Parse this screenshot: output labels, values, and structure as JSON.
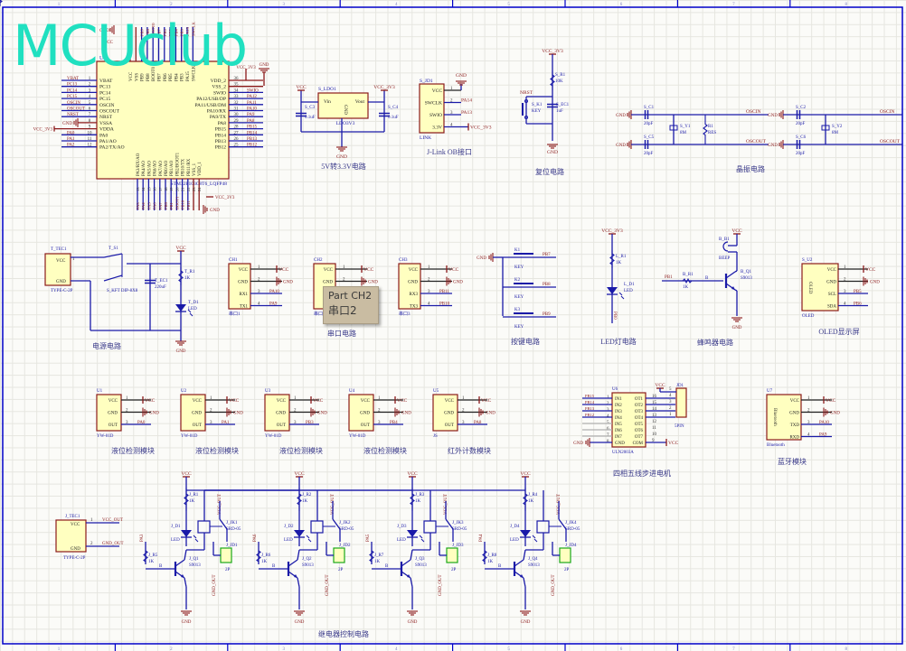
{
  "watermark": "MCUclub",
  "tooltip": {
    "line1": "Part CH2",
    "line2": "串口2"
  },
  "frame": {
    "columns": [
      "1",
      "2",
      "3",
      "4",
      "5",
      "6",
      "7",
      "8"
    ]
  },
  "sections": {
    "mcu": {
      "designator": "U1",
      "part": "STM32F103C8T6_LQFP48",
      "left_pins": [
        {
          "num": "1",
          "name": "VBAT",
          "net": "VBAT"
        },
        {
          "num": "2",
          "name": "PC13",
          "net": "PC13"
        },
        {
          "num": "3",
          "name": "PC14",
          "net": "PC14"
        },
        {
          "num": "4",
          "name": "PC15",
          "net": "PC15"
        },
        {
          "num": "5",
          "name": "OSCIN",
          "net": "OSCIN"
        },
        {
          "num": "6",
          "name": "OSCOUT",
          "net": "OSCOUT"
        },
        {
          "num": "7",
          "name": "NRST",
          "net": "NRST"
        },
        {
          "num": "8",
          "name": "VSSA",
          "net": "GND"
        },
        {
          "num": "9",
          "name": "VDDA",
          "net": "VCC_3V3"
        },
        {
          "num": "10",
          "name": "PA0",
          "net": "PA0"
        },
        {
          "num": "11",
          "name": "PA1/AO",
          "net": "PA1"
        },
        {
          "num": "12",
          "name": "PA2/TX/AO",
          "net": "PA2"
        }
      ],
      "right_pins": [
        {
          "num": "36",
          "name": "VDD_2",
          "net": "VCC_3V3"
        },
        {
          "num": "35",
          "name": "VSS_2",
          "net": "GND"
        },
        {
          "num": "34",
          "name": "SWIO",
          "net": "SWIO"
        },
        {
          "num": "33",
          "name": "PA12/USB/DP",
          "net": "PA12"
        },
        {
          "num": "32",
          "name": "PA11/USB/DM",
          "net": "PA11"
        },
        {
          "num": "31",
          "name": "PA10/RX",
          "net": "PA10"
        },
        {
          "num": "30",
          "name": "PA9/TX",
          "net": "PA9"
        },
        {
          "num": "29",
          "name": "PA8",
          "net": "PA8"
        },
        {
          "num": "28",
          "name": "PB15",
          "net": "PB15"
        },
        {
          "num": "27",
          "name": "PB14",
          "net": "PB14"
        },
        {
          "num": "26",
          "name": "PB13",
          "net": "PB13"
        },
        {
          "num": "25",
          "name": "PB12",
          "net": "PB12"
        }
      ],
      "bottom_pins": [
        {
          "num": "13",
          "name": "PA3/RX/AO",
          "net": "PA3"
        },
        {
          "num": "14",
          "name": "PA4/AO",
          "net": "PA4"
        },
        {
          "num": "15",
          "name": "PA5/AO",
          "net": "PA5"
        },
        {
          "num": "16",
          "name": "PA6/AO",
          "net": "PA6"
        },
        {
          "num": "17",
          "name": "PA7/AO",
          "net": "PA7"
        },
        {
          "num": "18",
          "name": "PB0/AO",
          "net": "PB0"
        },
        {
          "num": "19",
          "name": "PB1/AO",
          "net": "PB1"
        },
        {
          "num": "20",
          "name": "PB2/BOOT1",
          "net": "BOOT1"
        },
        {
          "num": "21",
          "name": "PB10/TX",
          "net": "PB10"
        },
        {
          "num": "22",
          "name": "PB11/RX",
          "net": "PB11"
        },
        {
          "num": "23",
          "name": "VSS_1",
          "net": "GND"
        },
        {
          "num": "24",
          "name": "VDD_1",
          "net": "VCC_3V3"
        }
      ],
      "top_pins": [
        {
          "num": "48",
          "name": "VCC",
          "net": "VCC"
        },
        {
          "num": "47",
          "name": "VSS",
          "net": "GND"
        },
        {
          "num": "46",
          "name": "PB9",
          "net": "PB9"
        },
        {
          "num": "45",
          "name": "PB8",
          "net": "PB8"
        },
        {
          "num": "44",
          "name": "BOOT0",
          "net": "BOOT0"
        },
        {
          "num": "43",
          "name": "PB7",
          "net": "PB7"
        },
        {
          "num": "42",
          "name": "PB6",
          "net": "PB6"
        },
        {
          "num": "41",
          "name": "PB5",
          "net": "PB5"
        },
        {
          "num": "40",
          "name": "PB4",
          "net": "PB4"
        },
        {
          "num": "39",
          "name": "PB3",
          "net": "PB3"
        },
        {
          "num": "38",
          "name": "PA15",
          "net": "PA15"
        },
        {
          "num": "37",
          "name": "SWCLK",
          "net": "SWCLK"
        }
      ],
      "power_labels": {
        "gnd": "GND",
        "vcc": "VCC",
        "vcc3": "VCC_3V3"
      }
    },
    "ldo": {
      "title": "5V转3.3V电路",
      "designator": "S_LDO1",
      "part": "LDO3V3",
      "vin": "Vin",
      "vout": "Vout",
      "gnd": "GND",
      "c_in": {
        "ref": "S_C3",
        "value": "0.1uF"
      },
      "c_out": {
        "ref": "S_C4",
        "value": "0.1uF"
      },
      "in_net": "VCC",
      "out_net": "VCC_3V3",
      "gnd_net": "GND",
      "pin_in": "3",
      "pin_out": "2"
    },
    "jlink": {
      "title": "J-Link OB接口",
      "designator": "S_JD1",
      "part": "LINK",
      "pins": [
        {
          "num": "1",
          "name": "VCC",
          "net": "GND"
        },
        {
          "num": "2",
          "name": "SWCLK",
          "net": "PA14"
        },
        {
          "num": "3",
          "name": "SWIO",
          "net": "PA13"
        },
        {
          "num": "4",
          "name": "3.3V",
          "net": "VCC_3V3"
        }
      ]
    },
    "reset": {
      "title": "复位电路",
      "net": "NRST",
      "r": {
        "ref": "S_R1",
        "value": "10K"
      },
      "key": {
        "ref": "S_K1",
        "value": "KEY"
      },
      "c": {
        "ref": "S_EC1",
        "value": "1uF"
      },
      "vcc": "VCC_3V3",
      "gnd": "GND"
    },
    "crystal": {
      "title": "晶振电路",
      "left": {
        "c1": {
          "ref": "S_C1",
          "value": "20pF"
        },
        "c2": {
          "ref": "S_C5",
          "value": "20pF"
        },
        "y": {
          "ref": "S_Y1",
          "value": "8M"
        },
        "r": {
          "ref": "R1",
          "value": "RES"
        }
      },
      "right": {
        "c1": {
          "ref": "S_C2",
          "value": "20pF"
        },
        "c2": {
          "ref": "S_C6",
          "value": "20pF"
        },
        "y": {
          "ref": "S_Y2",
          "value": "8M"
        }
      },
      "nets": {
        "in": "OSCIN",
        "out": "OSCOUT",
        "gnd": "GND"
      }
    },
    "power": {
      "title": "电源电路",
      "conn": {
        "ref": "T_TEC1",
        "part": "TYPE-C-2P",
        "pin1": "VCC",
        "pin2": "GND"
      },
      "switch": {
        "ref": "T_S1",
        "part": "S_KFT DIP-8X8"
      },
      "cap": {
        "ref": "T_EC1",
        "value": "220uF"
      },
      "r": {
        "ref": "T_R1",
        "value": "1K"
      },
      "led": {
        "ref": "T_D1",
        "value": "LED"
      },
      "vcc": "VCC",
      "gnd": "GND"
    },
    "uart": {
      "title": "串口电路",
      "ports": [
        {
          "ref": "CH1",
          "label": "串口1",
          "pins": [
            {
              "num": "1",
              "name": "VCC",
              "net": "VCC"
            },
            {
              "num": "2",
              "name": "GND",
              "net": "GND"
            },
            {
              "num": "3",
              "name": "RX1",
              "net": "PA10"
            },
            {
              "num": "4",
              "name": "TX1",
              "net": "PA9"
            }
          ]
        },
        {
          "ref": "CH2",
          "label": "串口2",
          "pins": [
            {
              "num": "1",
              "name": "VCC",
              "net": "VCC"
            },
            {
              "num": "2",
              "name": "GND",
              "net": "GND"
            },
            {
              "num": "3",
              "name": "RX2",
              "net": ""
            },
            {
              "num": "4",
              "name": "TX2",
              "net": ""
            }
          ]
        },
        {
          "ref": "CH3",
          "label": "串口3",
          "pins": [
            {
              "num": "1",
              "name": "VCC",
              "net": "VCC"
            },
            {
              "num": "2",
              "name": "GND",
              "net": "GND"
            },
            {
              "num": "3",
              "name": "RX3",
              "net": "PB11"
            },
            {
              "num": "4",
              "name": "TX3",
              "net": "PB10"
            }
          ]
        }
      ]
    },
    "keys": {
      "title": "按键电路",
      "gnd": "GND",
      "items": [
        {
          "ref": "K1",
          "value": "KEY",
          "net": "PB7"
        },
        {
          "ref": "K2",
          "value": "KEY",
          "net": "PB8"
        },
        {
          "ref": "K3",
          "value": "KEY",
          "net": "PB9"
        }
      ]
    },
    "led": {
      "title": "LED灯电路",
      "vcc": "VCC_3V3",
      "r": {
        "ref": "L_R1",
        "value": "1K"
      },
      "d": {
        "ref": "L_D1",
        "value": "LED"
      },
      "net": "PB0"
    },
    "buzzer": {
      "title": "蜂鸣器电路",
      "vcc": "VCC",
      "bz": {
        "ref": "B_B1",
        "value": "BEEP"
      },
      "r": {
        "ref": "B_R1",
        "value": "1K"
      },
      "q": {
        "ref": "B_Q1",
        "value": "S9013"
      },
      "net": "PB1",
      "gnd": "GND",
      "b": "B",
      "c": "C",
      "e": "E"
    },
    "oled": {
      "title": "OLED显示屏",
      "ref": "S_U2",
      "part": "OLED",
      "body": "OLED",
      "pins": [
        {
          "num": "1",
          "name": "VCC",
          "net": "VCC"
        },
        {
          "num": "2",
          "name": "GND",
          "net": "GND"
        },
        {
          "num": "3",
          "name": "SCL",
          "net": "PB5"
        },
        {
          "num": "4",
          "name": "SDA",
          "net": "PB6"
        }
      ]
    },
    "sensors": [
      {
        "ref": "U1",
        "part": "YW-01D",
        "title": "液位检测模块",
        "out": "PA0"
      },
      {
        "ref": "U2",
        "part": "YW-01D",
        "title": "液位检测模块",
        "out": "PA1"
      },
      {
        "ref": "U3",
        "part": "YW-01D",
        "title": "液位检测模块",
        "out": "PB3"
      },
      {
        "ref": "U4",
        "part": "YW-01D",
        "title": "液位检测模块",
        "out": "PB4"
      },
      {
        "ref": "U5",
        "part": "JS",
        "title": "红外计数模块",
        "out": "PA8"
      }
    ],
    "sensor_pins": [
      {
        "num": "1",
        "name": "VCC",
        "net": "VCC"
      },
      {
        "num": "2",
        "name": "GND",
        "net": "GND"
      },
      {
        "num": "3",
        "name": "OUT"
      }
    ],
    "stepper": {
      "title": "四相五线步进电机",
      "ref": "U6",
      "part": "ULN2003A",
      "conn": {
        "ref": "JD1",
        "part": "5PIN"
      },
      "inputs": [
        {
          "num": "1",
          "name": "IN1",
          "net": "PB15"
        },
        {
          "num": "2",
          "name": "IN2",
          "net": "PB14"
        },
        {
          "num": "3",
          "name": "IN3",
          "net": "PB13"
        },
        {
          "num": "4",
          "name": "IN4",
          "net": "PB12"
        },
        {
          "num": "5",
          "name": "IN5",
          "net": ""
        },
        {
          "num": "6",
          "name": "IN6",
          "net": ""
        },
        {
          "num": "7",
          "name": "IN7",
          "net": ""
        },
        {
          "num": "8",
          "name": "GND",
          "net": "GND"
        }
      ],
      "outputs": [
        {
          "num": "16",
          "name": "OT1"
        },
        {
          "num": "15",
          "name": "OT2"
        },
        {
          "num": "14",
          "name": "OT3"
        },
        {
          "num": "13",
          "name": "OT4"
        },
        {
          "num": "12",
          "name": "OT5"
        },
        {
          "num": "11",
          "name": "OT6"
        },
        {
          "num": "10",
          "name": "OT7"
        },
        {
          "num": "9",
          "name": "COM",
          "net": "VCC"
        }
      ],
      "conn_pins": [
        "5",
        "4",
        "3",
        "2",
        "1"
      ],
      "vcc": "VCC"
    },
    "bluetooth": {
      "title": "蓝牙模块",
      "ref": "U7",
      "part": "Bluetooth",
      "body": "Bluetooth",
      "pins": [
        {
          "num": "1",
          "name": "VCC",
          "net": "VCC"
        },
        {
          "num": "2",
          "name": "GND",
          "net": "GND"
        },
        {
          "num": "3",
          "name": "TXD",
          "net": "PA10"
        },
        {
          "num": "4",
          "name": "RXD",
          "net": "PA9"
        }
      ]
    },
    "relay": {
      "title": "继电器控制电路",
      "conn": {
        "ref": "J_TEC1",
        "part": "TYPE-C-2P",
        "pin1": "VCC",
        "pin2": "GND",
        "net1": "VCC_OUT",
        "net2": "GND_OUT"
      },
      "channels": [
        {
          "r": "J_R1",
          "rb": "J_R5",
          "d": "J_D1",
          "q": "J_Q1",
          "k": "J_JK1",
          "jd": "J_JD1",
          "in": "PA3"
        },
        {
          "r": "J_R2",
          "rb": "J_R6",
          "d": "J_D2",
          "q": "J_Q2",
          "k": "J_JK2",
          "jd": "J_JD2",
          "in": "PA6"
        },
        {
          "r": "J_R3",
          "rb": "J_R7",
          "d": "J_D3",
          "q": "J_Q3",
          "k": "J_JK3",
          "jd": "J_JD3",
          "in": "PA5"
        },
        {
          "r": "J_R4",
          "rb": "J_R8",
          "d": "J_D4",
          "q": "J_Q4",
          "k": "J_JK4",
          "jd": "J_JD4",
          "in": "PA4"
        }
      ],
      "common": {
        "r_value": "1K",
        "led": "LED",
        "q_value": "S9013",
        "relay": "SRD-05",
        "jd_part": "2P",
        "vcc": "VCC",
        "gnd": "GND",
        "vcc_out": "VCC_OUT",
        "gnd_out": "GND_OUT",
        "b": "B",
        "c": "C",
        "e": "E"
      }
    }
  },
  "colors": {
    "wire": "#1a1aa8",
    "part_border": "#8b1a1a",
    "part_fill": "#ffffc0",
    "net": "#8b1a1a",
    "text": "#1a1aa8",
    "frame": "#0000c8",
    "title": "#3a3a8a",
    "green": "#1aa81a"
  }
}
